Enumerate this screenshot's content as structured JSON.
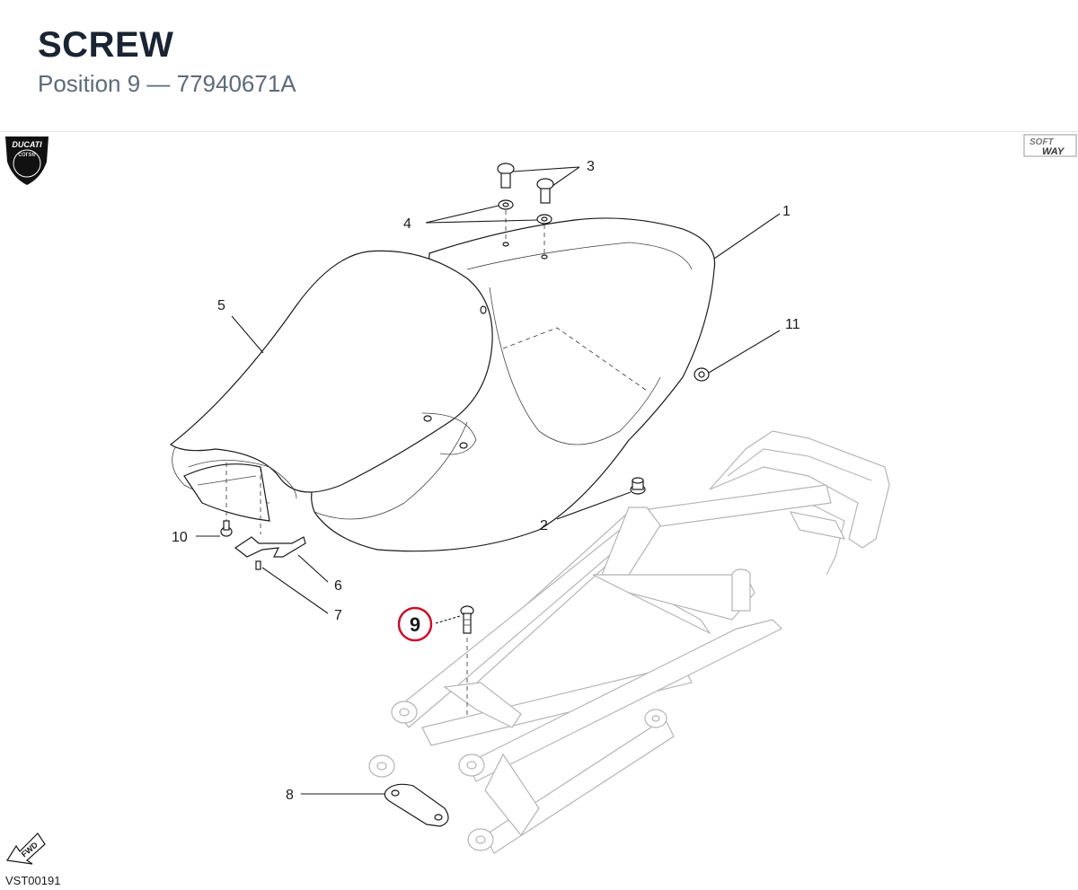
{
  "header": {
    "title": "SCREW",
    "subtitle": "Position 9 — 77940671A"
  },
  "diagram": {
    "code": "VST00191",
    "highlighted_callout": "9",
    "highlight_color": "#c8102e",
    "callouts": {
      "c1": "1",
      "c2": "2",
      "c3": "3",
      "c4": "4",
      "c5": "5",
      "c6": "6",
      "c7": "7",
      "c8": "8",
      "c9": "9",
      "c10": "10",
      "c11": "11"
    },
    "logos": {
      "left": {
        "icon": "ducati-corse-shield-icon",
        "text": "DUCATI corse"
      },
      "right": {
        "icon": "softway-logo-icon",
        "text": "SOFT WAY"
      },
      "fwd": {
        "icon": "fwd-arrow-icon",
        "text": "FWD"
      }
    }
  }
}
